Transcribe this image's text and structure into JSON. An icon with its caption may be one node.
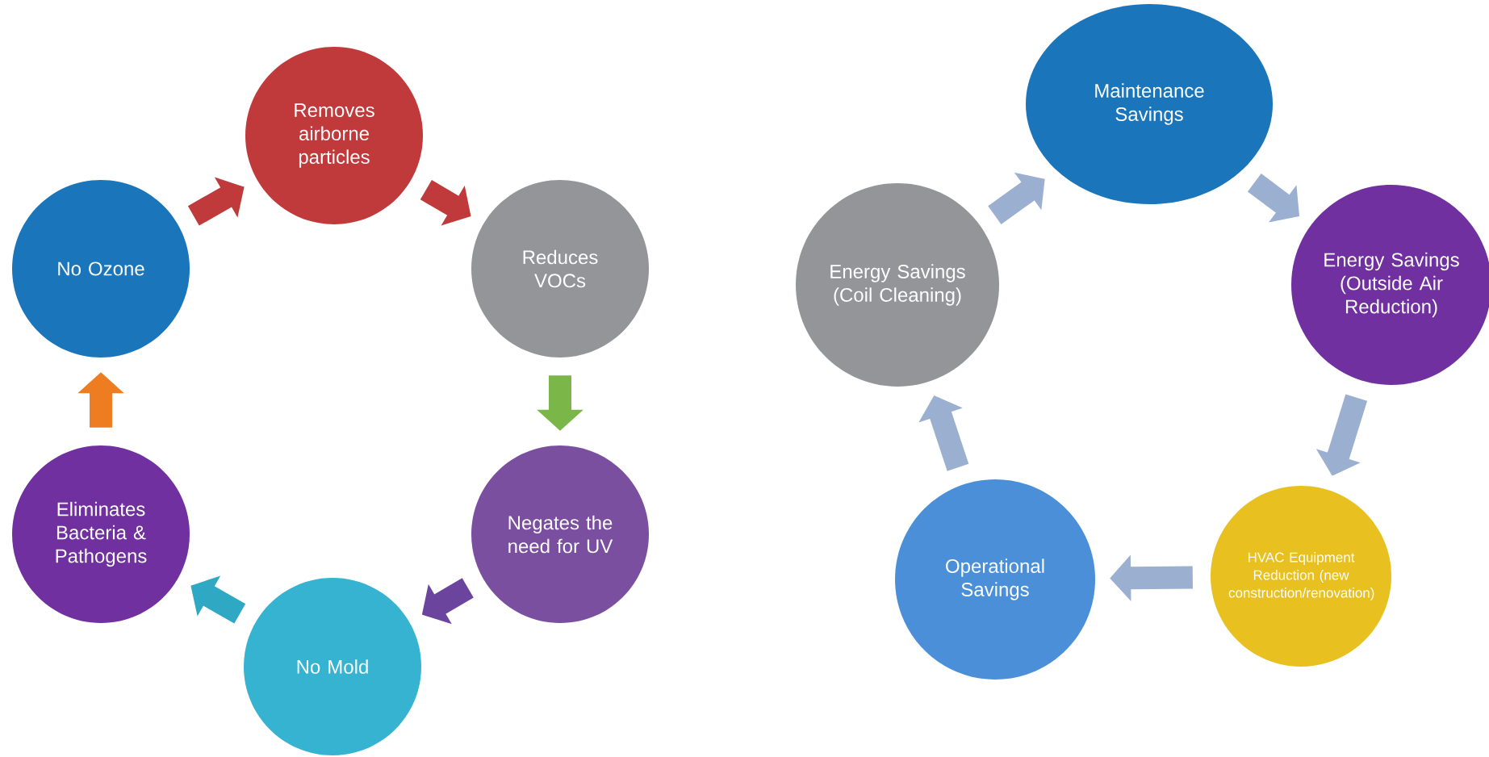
{
  "diagram": {
    "nodes": [
      {
        "text": [
          "Removes airborne particles"
        ]
      },
      {
        "text": [
          "Reduces VOCs"
        ]
      },
      {
        "text": [
          "Negates the need for UV"
        ]
      },
      {
        "text": [
          "No Mold"
        ]
      },
      {
        "text": [
          "Eliminates Bacteria & Pathogens"
        ]
      },
      {
        "text": [
          "No Ozone"
        ]
      },
      {
        "text": [
          "Maintenance Savings"
        ]
      },
      {
        "text": [
          "Energy Savings (Outside Air Reduction)"
        ]
      },
      {
        "text": [
          "HVAC Equipment Reduction (new construction/renovation)"
        ]
      },
      {
        "text": [
          "Operational Savings"
        ]
      },
      {
        "text": [
          "Energy Savings (Coil Cleaning)"
        ]
      }
    ],
    "edges": [
      {
        "from": 5,
        "to": 0,
        "arrow": "to",
        "color": "#c0393b"
      },
      {
        "from": 0,
        "to": 1,
        "arrow": "to",
        "color": "#c0393b"
      },
      {
        "from": 1,
        "to": 2,
        "arrow": "to",
        "color": "#7ab648"
      },
      {
        "from": 2,
        "to": 3,
        "arrow": "to",
        "color": "#6b449e"
      },
      {
        "from": 3,
        "to": 4,
        "arrow": "to",
        "color": "#2fa8c4"
      },
      {
        "from": 4,
        "to": 5,
        "arrow": "to",
        "color": "#ee7d22"
      },
      {
        "from": 10,
        "to": 6,
        "arrow": "to"
      },
      {
        "from": 6,
        "to": 7,
        "arrow": "to"
      },
      {
        "from": 7,
        "to": 8,
        "arrow": "to"
      },
      {
        "from": 8,
        "to": 9,
        "arrow": "to"
      },
      {
        "from": 9,
        "to": 10,
        "arrow": "to"
      }
    ]
  }
}
